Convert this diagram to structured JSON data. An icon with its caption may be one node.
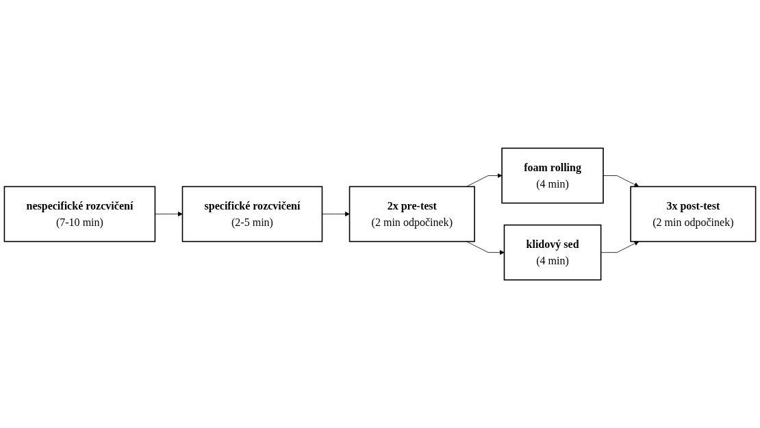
{
  "diagram": {
    "nodes": [
      {
        "text": [
          "nespecifické rozcvičení",
          "(7-10 min)"
        ]
      },
      {
        "text": [
          "specifické rozcvičení",
          "(2-5 min)"
        ]
      },
      {
        "text": [
          "2x pre-test",
          "(2 min odpočinek)"
        ]
      },
      {
        "text": [
          "foam rolling",
          "(4 min)"
        ]
      },
      {
        "text": [
          "klidový sed",
          "(4 min)"
        ]
      },
      {
        "text": [
          "3x post-test",
          "(2 min odpočinek)"
        ]
      }
    ],
    "edges": [
      {
        "from": 0,
        "to": 1,
        "arrow": "to"
      },
      {
        "from": 1,
        "to": 2,
        "arrow": "to"
      },
      {
        "from": 2,
        "to": 3,
        "arrow": "to"
      },
      {
        "from": 2,
        "to": 4,
        "arrow": "to"
      },
      {
        "from": 3,
        "to": 5,
        "arrow": "to"
      },
      {
        "from": 4,
        "to": 5,
        "arrow": "to"
      }
    ]
  }
}
